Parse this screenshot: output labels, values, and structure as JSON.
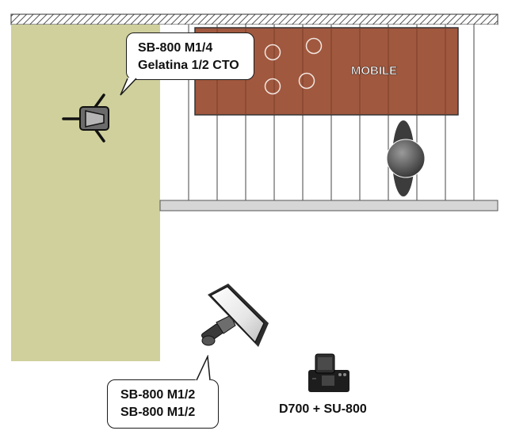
{
  "furniture": {
    "label": "MOBILE",
    "color": "#a0583f"
  },
  "backdrop": {
    "color": "#cfd09c"
  },
  "flash_top": {
    "line1": "SB-800 M1/4",
    "line2": "Gelatina 1/2 CTO"
  },
  "flash_bottom": {
    "line1": "SB-800 M1/2",
    "line2": "SB-800 M1/2"
  },
  "camera": {
    "label": "D700 + SU-800"
  }
}
